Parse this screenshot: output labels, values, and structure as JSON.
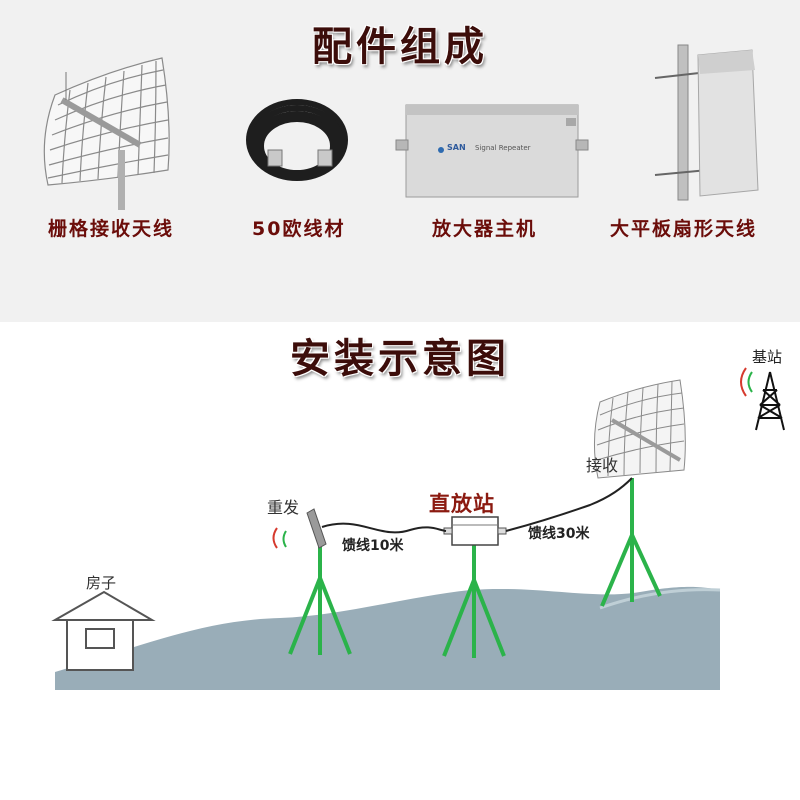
{
  "sections": {
    "parts_title": "配件组成",
    "install_title": "安装示意图"
  },
  "parts": [
    {
      "label": "栅格接收天线",
      "icon": "grid-antenna-icon"
    },
    {
      "label": "50欧线材",
      "icon": "coax-cable-icon"
    },
    {
      "label": "放大器主机",
      "icon": "amplifier-unit-icon"
    },
    {
      "label": "大平板扇形天线",
      "icon": "panel-antenna-icon"
    }
  ],
  "amplifier_brand": "Signal Repeater",
  "amplifier_logo": "SAN",
  "diagram": {
    "base_station": "基站",
    "receive": "接收",
    "retransmit": "重发",
    "repeater": "直放站",
    "feeder_10m": "馈线10米",
    "feeder_30m": "馈线30米",
    "house": "房子"
  },
  "colors": {
    "heading": "#3c0d0a",
    "caption": "#6b0d0a",
    "mast": "#2bb34a",
    "ground": "#99adb8",
    "repeater_label": "#8b1a10"
  }
}
